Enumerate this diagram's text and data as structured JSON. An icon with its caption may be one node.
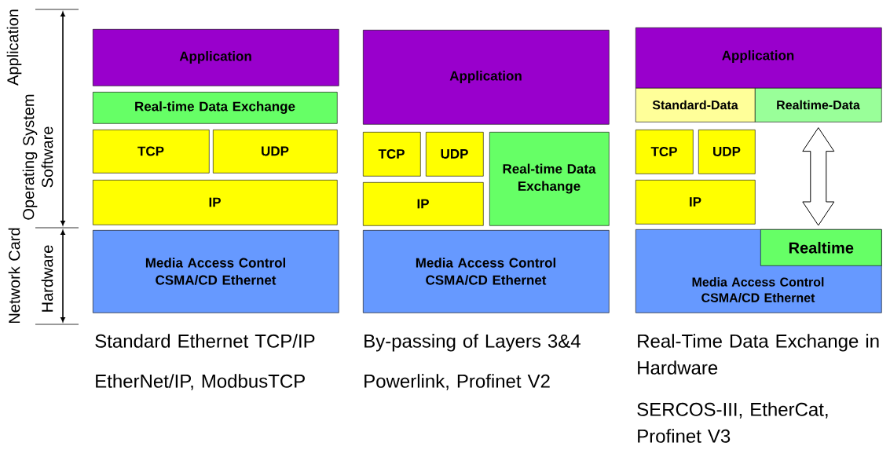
{
  "diagram": {
    "nodes": [
      {
        "text": [
          "Application"
        ]
      },
      {
        "text": [
          "Real-time Data Exchange"
        ]
      },
      {
        "text": [
          "TCP"
        ]
      },
      {
        "text": [
          "UDP"
        ]
      },
      {
        "text": [
          "IP"
        ]
      },
      {
        "text": [
          "Media Access Control CSMA/CD Ethernet"
        ]
      },
      {
        "text": [
          "Application"
        ]
      },
      {
        "text": [
          "TCP"
        ]
      },
      {
        "text": [
          "UDP"
        ]
      },
      {
        "text": [
          "Real-time Data Exchange"
        ]
      },
      {
        "text": [
          "IP"
        ]
      },
      {
        "text": [
          "Media Access Control CSMA/CD Ethernet"
        ]
      },
      {
        "text": [
          "Application"
        ]
      },
      {
        "text": [
          "Standard-Data"
        ]
      },
      {
        "text": [
          "Realtime-Data"
        ]
      },
      {
        "text": [
          "TCP"
        ]
      },
      {
        "text": [
          "UDP"
        ]
      },
      {
        "text": [
          "IP"
        ]
      },
      {
        "text": [
          "Media Access Control CSMA/CD Ethernet"
        ]
      },
      {
        "text": [
          "Realtime"
        ],
        "in": 18
      }
    ],
    "edges": [
      {
        "from": 14,
        "to": 19,
        "arrow": "both"
      }
    ],
    "labels": [
      "Application",
      "Operating System",
      "Software",
      "Network Card",
      "Hardware",
      "Standard Ethernet TCP/IP",
      "By-passing of Layers 3&4",
      "Real-Time Data Exchange in Hardware",
      "EtherNet/IP, ModbusTCP",
      "Powerlink, Profinet V2",
      "SERCOS-III, EtherCat, Profinet V3"
    ]
  }
}
